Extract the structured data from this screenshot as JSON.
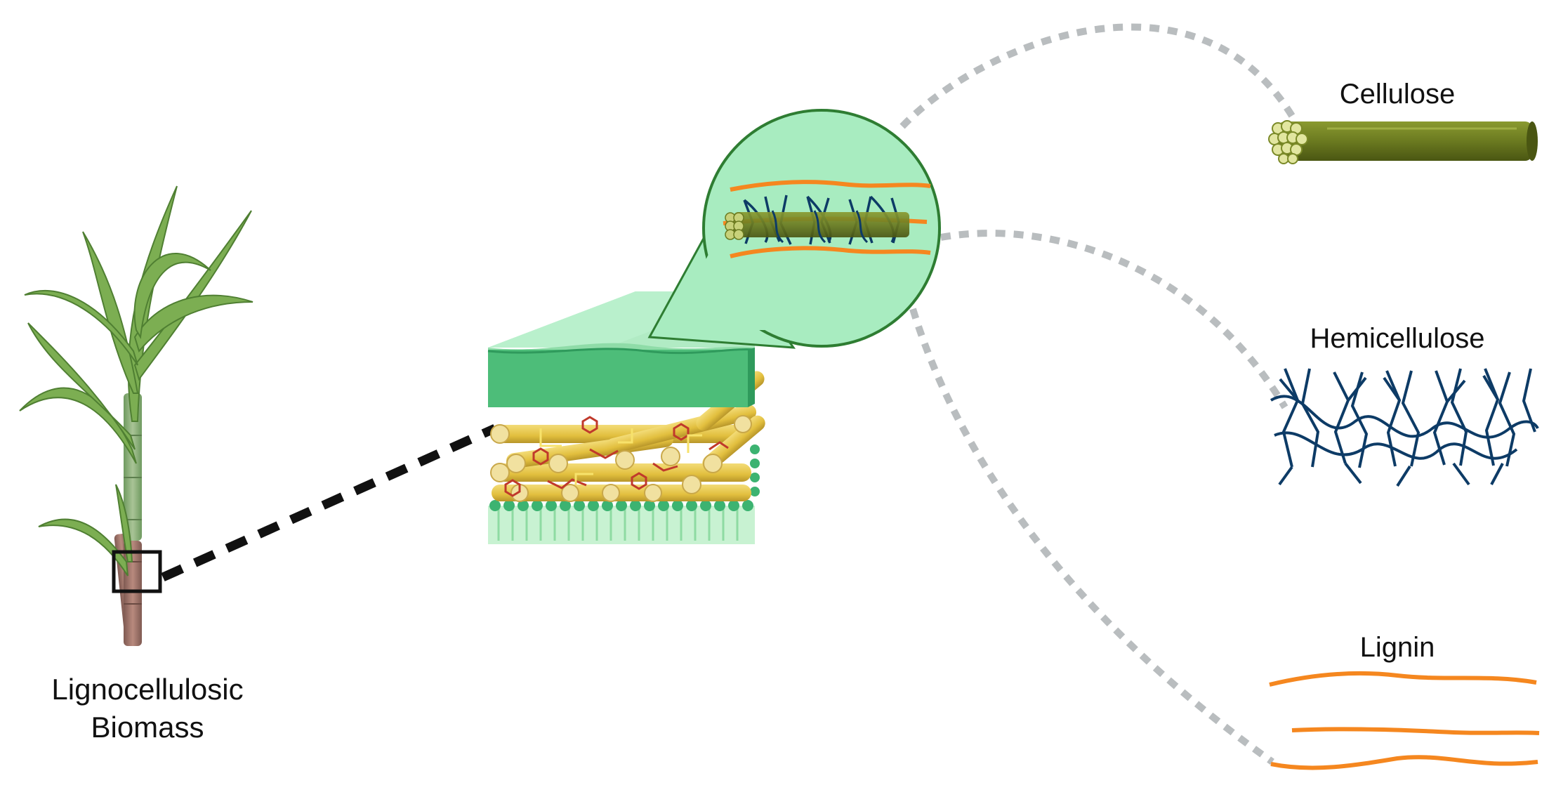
{
  "labels": {
    "biomass_line1": "Lignocellulosic",
    "biomass_line2": "Biomass",
    "cellulose": "Cellulose",
    "hemicellulose": "Hemicellulose",
    "lignin": "Lignin"
  },
  "colors": {
    "leaf": "#7cae52",
    "leaf_dark": "#4f7f32",
    "stem": "#8fb07a",
    "stem_base": "#a0756a",
    "membrane_top": "#3cb371",
    "membrane_light": "#a8e9be",
    "fiber": "#e8c848",
    "fiber_dark": "#b8962a",
    "lignin_red": "#c0392b",
    "bubble_fill": "#a8ecc0",
    "bubble_stroke": "#2e7d32",
    "cellulose": "#6b7a20",
    "cellulose_dark": "#4a5612",
    "hemicellulose": "#0d3b66",
    "lignin": "#f5871f",
    "dashed_gray": "#b9bdbf",
    "dashed_black": "#111111"
  }
}
